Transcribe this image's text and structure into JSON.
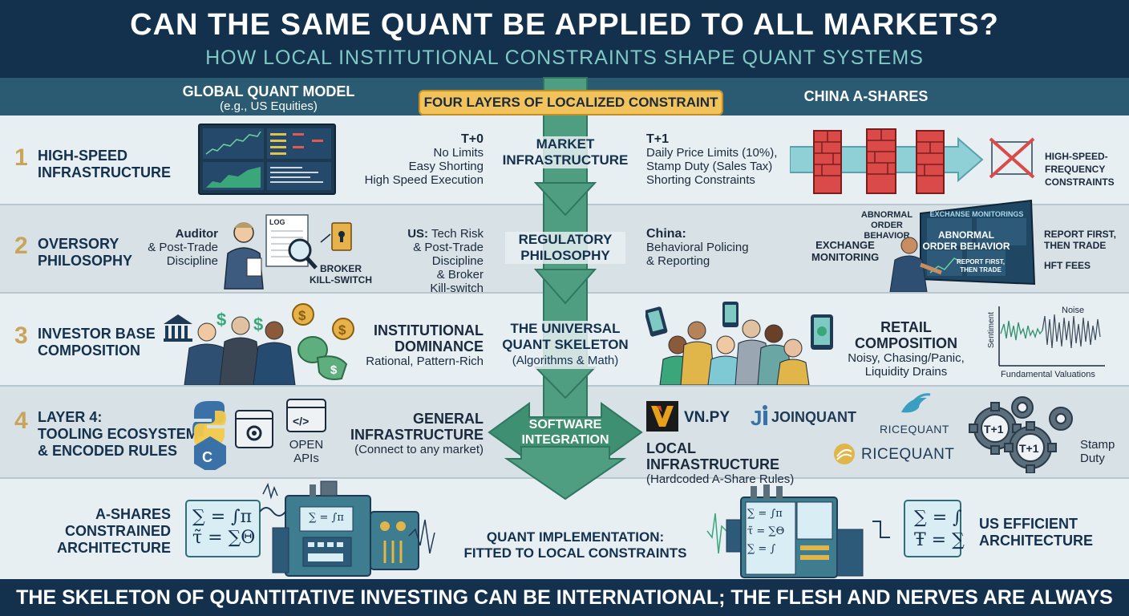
{
  "header": {
    "title": "CAN THE SAME QUANT BE APPLIED TO ALL MARKETS?",
    "subtitle": "HOW LOCAL INSTITUTIONAL CONSTRAINTS SHAPE QUANT SYSTEMS"
  },
  "columns": {
    "left_title": "GLOBAL QUANT MODEL",
    "left_subtitle": "(e.g., US Equities)",
    "center_title": "FOUR LAYERS OF LOCALIZED CONSTRAINT",
    "right_title": "CHINA A-SHARES"
  },
  "rows": [
    {
      "number": "1",
      "title_line1": "HIGH-SPEED",
      "title_line2": "INFRASTRUCTURE",
      "left_lines": [
        "T+0",
        "No Limits",
        "Easy Shorting",
        "High Speed Execution"
      ],
      "center_line1": "MARKET",
      "center_line2": "INFRASTRUCTURE",
      "right_lines": [
        "T+1",
        "Daily Price Limits (10%),",
        "Stamp Duty (Sales Tax)",
        "Shorting Constraints"
      ],
      "callout_lines": [
        "HIGH-SPEED-",
        "FREQUENCY",
        "CONSTRAINTS"
      ]
    },
    {
      "number": "2",
      "title_line1": "OVERSORY",
      "title_line2": "PHILOSOPHY",
      "auditor_lines": [
        "Auditor",
        "& Post-Trade",
        "Discipline"
      ],
      "doc_label": "LOG",
      "kill_switch_line1": "BROKER",
      "kill_switch_line2": "KILL-SWITCH",
      "left_head": "US:",
      "left_lines": [
        "Tech Risk",
        "& Post-Trade Discipline",
        "& Broker",
        "Kill-switch"
      ],
      "center_line1": "REGULATORY",
      "center_line2": "PHILOSOPHY",
      "right_head": "China:",
      "right_lines": [
        "Behavioral Policing",
        "& Reporting"
      ],
      "abnormal_label_line1": "ABNORMAL",
      "abnormal_label_line2": "ORDER BEHAVIOR",
      "exchange_label_line1": "EXCHANGE",
      "exchange_label_line2": "MONITORING",
      "screen_title": "EXCHANSE MONITORINGS",
      "screen_main_line1": "ABNORMAL",
      "screen_main_line2": "ORDER BEHAVIOR",
      "screen_small_line1": "REPORT FIRST,",
      "screen_small_line2": "THEN TRADE",
      "report_line1": "REPORT FIRST,",
      "report_line2": "THEN TRADE",
      "hft_fees": "HFT FEES"
    },
    {
      "number": "3",
      "title_line1": "INVESTOR BASE",
      "title_line2": "COMPOSITION",
      "left_head1": "INSTITUTIONAL",
      "left_head2": "DOMINANCE",
      "left_lines": [
        "Rational, Pattern-Rich"
      ],
      "center_line1": "THE UNIVERSAL",
      "center_line2": "QUANT SKELETON",
      "center_line3": "(Algorithms & Math)",
      "right_head1": "RETAIL",
      "right_head2": "COMPOSITION",
      "right_lines": [
        "Noisy, Chasing/Panic,",
        "Liquidity Drains"
      ],
      "chart_noise": "Noise",
      "chart_ylabel": "Sentiment",
      "chart_xlabel": "Fundamental Valuations"
    },
    {
      "number": "4",
      "title_line1": "LAYER 4:",
      "title_line2": "TOOLING ECOSYSTEM",
      "title_line3": "& ENCODED RULES",
      "open_api_line1": "OPEN",
      "open_api_line2": "APIs",
      "left_head1": "GENERAL",
      "left_head2": "INFRASTRUCTURE",
      "left_lines": [
        "(Connect to any market)"
      ],
      "center_line1": "SOFTWARE",
      "center_line2": "INTEGRATION",
      "logos": [
        "VN.PY",
        "JOINQUANT",
        "RICEQUANT",
        "RICEQUANT"
      ],
      "right_head": "LOCAL INFRASTRUCTURE",
      "right_lines": [
        "(Hardcoded A-Share Rules)"
      ],
      "gear_labels": [
        "T+1",
        "T+1"
      ],
      "stamp_line1": "Stamp",
      "stamp_line2": "Duty"
    },
    {
      "left_label_line1": "A-SHARES",
      "left_label_line2": "CONSTRAINED",
      "left_label_line3": "ARCHITECTURE",
      "center_line1": "QUANT IMPLEMENTATION:",
      "center_line2": "FITTED TO LOCAL CONSTRAINTS",
      "right_label_line1": "US EFFICIENT",
      "right_label_line2": "ARCHITECTURE",
      "formula_a": "∑ = ∫π",
      "formula_b": "τ̃ = ∑Θ",
      "formula_c": "∑ = ∫",
      "formula_d": "Ŧ = ∑"
    }
  ],
  "footer": {
    "text": "THE SKELETON OF QUANTITATIVE INVESTING CAN BE INTERNATIONAL; THE FLESH AND NERVES ARE ALWAYS LOCAL"
  },
  "colors": {
    "navy": "#13314d",
    "teal": "#4f9e82",
    "gold": "#f2c35a",
    "accent_number": "#c9a55c",
    "brick": "#d94a48"
  }
}
